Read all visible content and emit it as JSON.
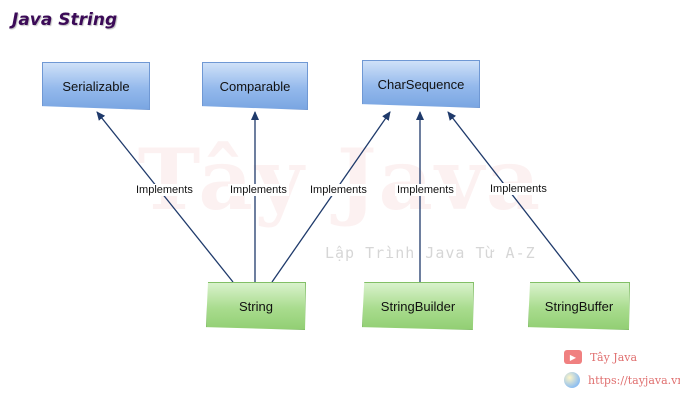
{
  "title": "Java String",
  "watermark": {
    "main": "Tây Java",
    "sub": "Lập Trình Java Từ A-Z"
  },
  "interfaces": [
    {
      "id": "serializable",
      "label": "Serializable"
    },
    {
      "id": "comparable",
      "label": "Comparable"
    },
    {
      "id": "charsequence",
      "label": "CharSequence"
    }
  ],
  "classes": [
    {
      "id": "string",
      "label": "String"
    },
    {
      "id": "stringbuilder",
      "label": "StringBuilder"
    },
    {
      "id": "stringbuffer",
      "label": "StringBuffer"
    }
  ],
  "relations": [
    {
      "from": "String",
      "to": "Serializable",
      "label": "Implements"
    },
    {
      "from": "String",
      "to": "Comparable",
      "label": "Implements"
    },
    {
      "from": "String",
      "to": "CharSequence",
      "label": "Implements"
    },
    {
      "from": "StringBuilder",
      "to": "CharSequence",
      "label": "Implements"
    },
    {
      "from": "StringBuffer",
      "to": "CharSequence",
      "label": "Implements"
    }
  ],
  "branding": {
    "channel_name": "Tây Java",
    "channel_icon": "youtube-icon",
    "website": "https://tayjava.vn",
    "website_icon": "globe-icon"
  },
  "colors": {
    "interface_fill": "#94b9ec",
    "class_fill": "#a9dc8e",
    "arrow": "#1f3a6b",
    "title": "#3b0a57"
  }
}
